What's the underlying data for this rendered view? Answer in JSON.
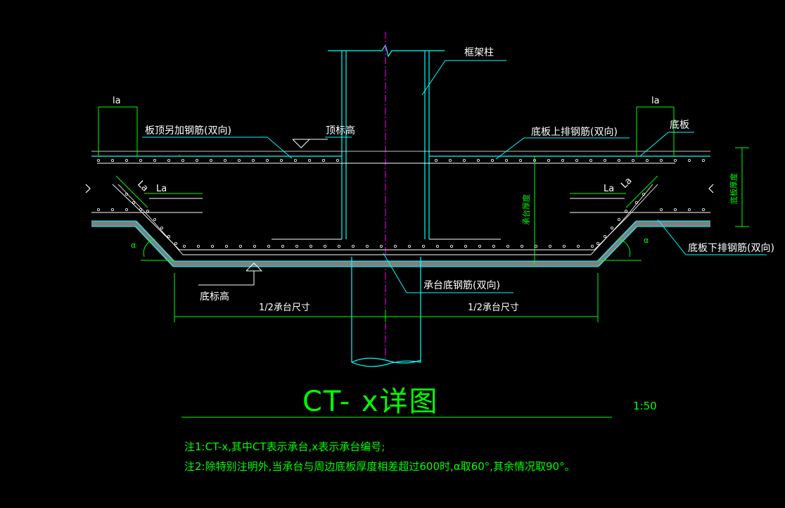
{
  "title": "CT- x详图",
  "scale": "1:50",
  "labels": {
    "frame_column": "框架柱",
    "slab_top_extra": "板顶另加钢筋(双向)",
    "top_elevation": "顶标高",
    "slab_upper_rebar": "底板上排钢筋(双向)",
    "base_slab": "底板",
    "base_slab_thickness": "底板厚度",
    "cap_thickness": "承台厚度",
    "slab_lower_rebar": "底板下排钢筋(双向)",
    "cap_bottom_rebar": "承台底钢筋(双向)",
    "bottom_elevation": "底标高",
    "half_cap_left": "1/2承台尺寸",
    "half_cap_right": "1/2承台尺寸",
    "alpha": "α",
    "la": "la",
    "La": "La"
  },
  "notes": [
    "注1:CT-x,其中CT表示承台,x表示承台编号;",
    "注2:除特别注明外,当承台与周边底板厚度相差超过600时,α取60°,其余情况取90°。"
  ],
  "colors": {
    "background": "#000000",
    "outline": "#00ffff",
    "rebar": "#ffffff",
    "concrete": "#808080",
    "text_green": "#00ff00",
    "centerline": "#ff00ff",
    "dimension": "#00ff00"
  }
}
